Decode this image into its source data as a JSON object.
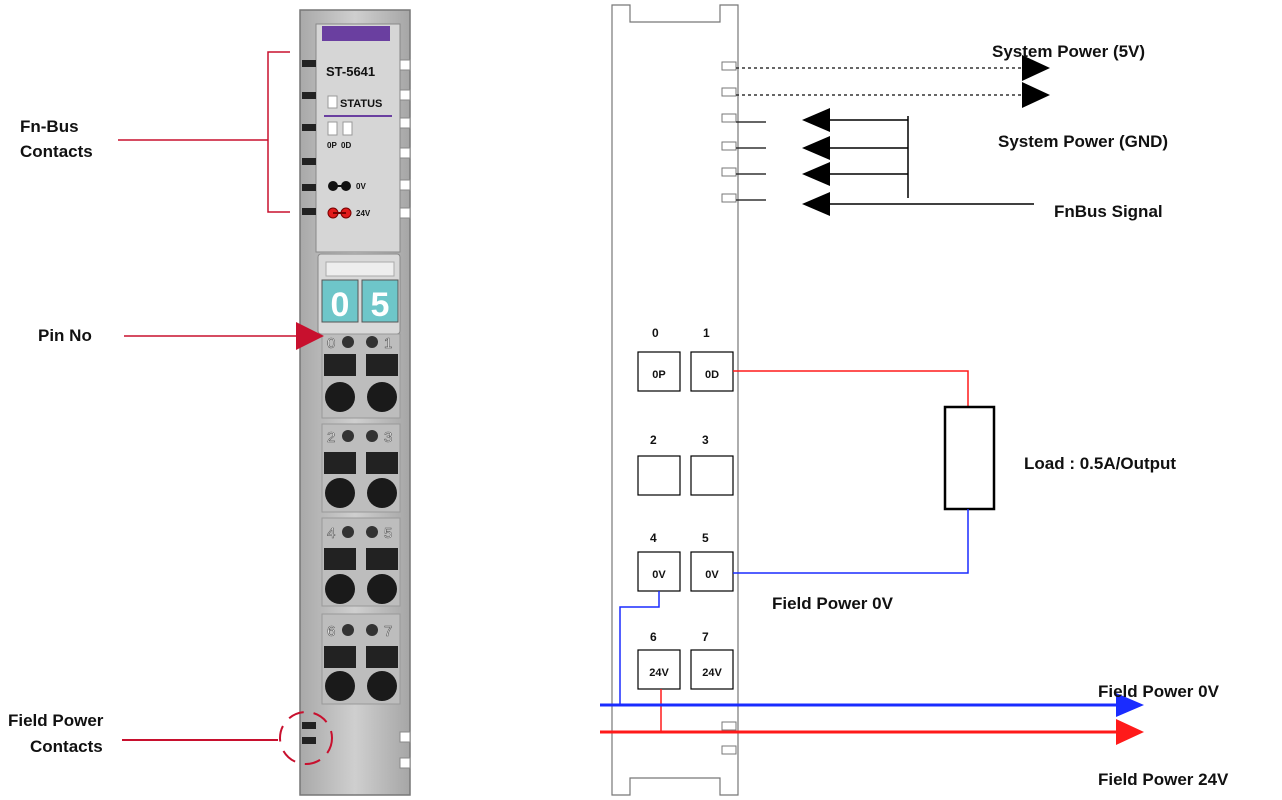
{
  "left": {
    "module": {
      "model": "ST-5641",
      "status_label": "STATUS",
      "led_labels": [
        "0P",
        "0D"
      ],
      "power_labels": [
        "0V",
        "24V"
      ],
      "display_digits": [
        "0",
        "5"
      ],
      "terminal_numbers": [
        "0",
        "1",
        "2",
        "3",
        "4",
        "5",
        "6",
        "7"
      ]
    },
    "callouts": {
      "fn_bus_line1": "Fn-Bus",
      "fn_bus_line2": "Contacts",
      "pin_no": "Pin No",
      "field_power_line1": "Field Power",
      "field_power_line2": "Contacts"
    }
  },
  "right": {
    "bus_labels": {
      "system_power_5v": "System Power (5V)",
      "system_power_gnd": "System Power (GND)",
      "fnbus_signal": "FnBus Signal"
    },
    "terminals": [
      {
        "number": "0",
        "label": "0P"
      },
      {
        "number": "1",
        "label": "0D"
      },
      {
        "number": "2",
        "label": ""
      },
      {
        "number": "3",
        "label": ""
      },
      {
        "number": "4",
        "label": "0V"
      },
      {
        "number": "5",
        "label": "0V"
      },
      {
        "number": "6",
        "label": "24V"
      },
      {
        "number": "7",
        "label": "24V"
      }
    ],
    "load_label": "Load : 0.5A/Output",
    "field_power_0v_mid": "Field Power 0V",
    "field_power_0v": "Field Power 0V",
    "field_power_24v": "Field Power 24V"
  },
  "colors": {
    "module_body": "#c9c9c9",
    "module_top": "#d6d6d6",
    "purple_cap": "#6a3fa0",
    "callout_red": "#c8102e",
    "led_red": "#e11b1b",
    "display_teal": "#6ec6c9",
    "wire_red": "#ff1a1a",
    "wire_blue": "#1a2cff"
  }
}
